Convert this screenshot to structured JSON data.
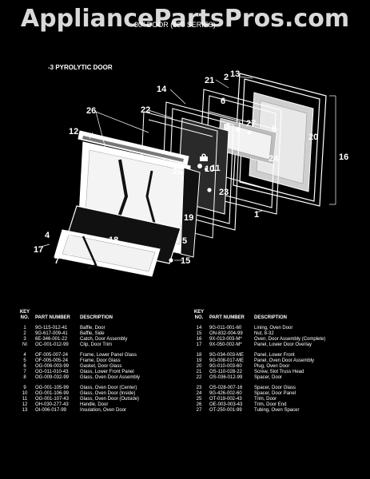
{
  "watermark": "AppliancePartsPros.com",
  "header_note": "30\" DOOR (860 SERIES)",
  "diagram_title": "-3 PYROLYTIC DOOR",
  "callouts": [
    "1",
    "2",
    "3",
    "4",
    "5",
    "6",
    "7",
    "8",
    "9",
    "10",
    "11",
    "12",
    "13",
    "14",
    "15",
    "16",
    "17",
    "18",
    "19",
    "20",
    "21",
    "22",
    "23",
    "24",
    "25",
    "26",
    "27"
  ],
  "table": {
    "headers": {
      "key": "KEY NO.",
      "part_number": "PART NUMBER",
      "description": "DESCRIPTION"
    },
    "left": [
      {
        "key": "1",
        "part": "9G-115-012-41",
        "desc": "Baffle, Door"
      },
      {
        "key": "2",
        "part": "9G-617-009-41",
        "desc": "Baffle, Side"
      },
      {
        "key": "3",
        "part": "6E-346-001-22",
        "desc": "Catch, Door Assembly"
      },
      {
        "key": "NI",
        "part": "OC-001-012-99",
        "desc": "Clip, Door Trim"
      },
      {
        "key": "4",
        "part": "OF-005-007-24",
        "desc": "Frame, Lower Panel Glass"
      },
      {
        "key": "5",
        "part": "OF-005-005-24",
        "desc": "Frame, Door Glass"
      },
      {
        "key": "6",
        "part": "OG-006-003-99",
        "desc": "Gasket, Door Glass"
      },
      {
        "key": "7",
        "part": "OG-011-010-43",
        "desc": "Glass, Lower Front Panel"
      },
      {
        "key": "8",
        "part": "OG-009-032-99",
        "desc": "Glass, Oven Door Assembly"
      },
      {
        "key": "9",
        "part": "OG-001-105-99",
        "desc": "Glass, Oven Door (Center)"
      },
      {
        "key": "10",
        "part": "OG-001-106-99",
        "desc": "Glass, Oven Door (Inside)"
      },
      {
        "key": "11",
        "part": "OG-001-107-43",
        "desc": "Glass, Oven Door (Outside)"
      },
      {
        "key": "12",
        "part": "OH-030-277-43",
        "desc": "Handle, Door"
      },
      {
        "key": "13",
        "part": "OI-006-017-99",
        "desc": "Insulation, Oven Door"
      }
    ],
    "right": [
      {
        "key": "14",
        "part": "9G-011-001-60",
        "desc": "Lining, Oven Door"
      },
      {
        "key": "15",
        "part": "ON-832-004-99",
        "desc": "Nut, 8-32"
      },
      {
        "key": "16",
        "part": "9X-013-003-M*",
        "desc": "Oven, Door Assembly (Complete)"
      },
      {
        "key": "17",
        "part": "9X-050-002-M*",
        "desc": "Panel, Lower Door Overlay"
      },
      {
        "key": "18",
        "part": "9G-034-003-ME",
        "desc": "Panel, Lower Front"
      },
      {
        "key": "19",
        "part": "9G-008-017-ME",
        "desc": "Panel, Oven Door Assembly"
      },
      {
        "key": "20",
        "part": "9G-010-003-60",
        "desc": "Plug, Oven Door"
      },
      {
        "key": "21",
        "part": "OS-110-028-22",
        "desc": "Screw, Slot Truss Head"
      },
      {
        "key": "22",
        "part": "OS-036-012-99",
        "desc": "Spacer, Door"
      },
      {
        "key": "23",
        "part": "OS-028-007-16",
        "desc": "Spacer, Door Glass"
      },
      {
        "key": "24",
        "part": "9G-426-002-60",
        "desc": "Spacer, Door Panel"
      },
      {
        "key": "25",
        "part": "OT-019-002-43",
        "desc": "Trim, Door"
      },
      {
        "key": "26",
        "part": "OE-003-003-43",
        "desc": "Trim, Door End"
      },
      {
        "key": "27",
        "part": "OT-250-001-99",
        "desc": "Tubing, Oven Spacer"
      }
    ]
  }
}
